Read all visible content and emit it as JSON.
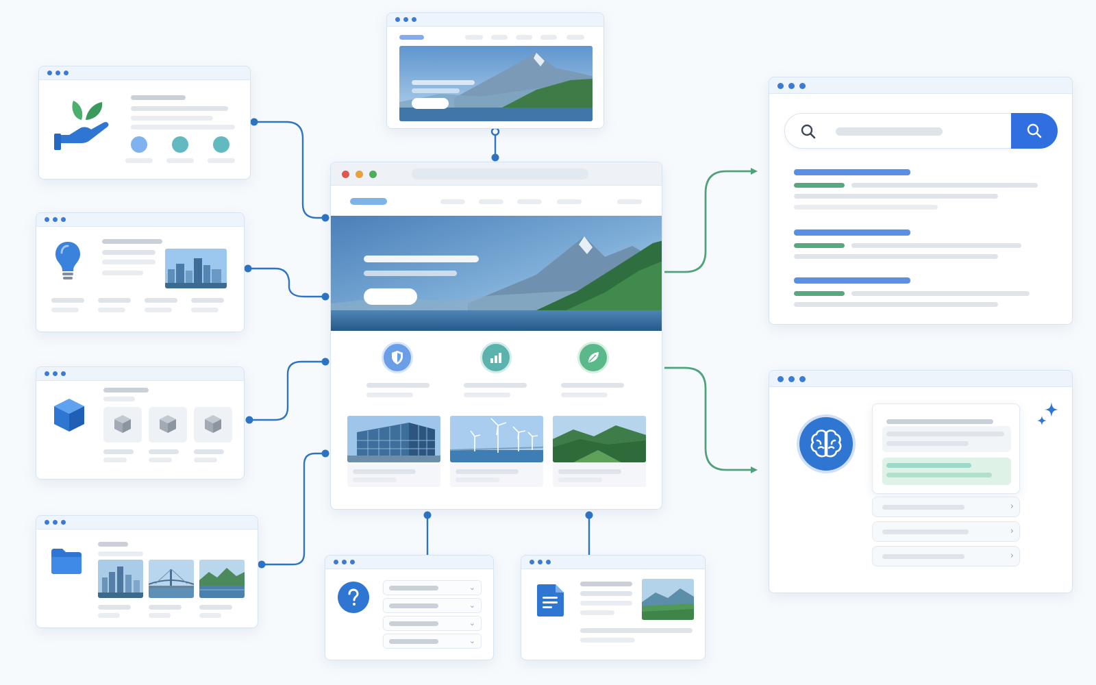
{
  "colors": {
    "accent_blue": "#2f76d2",
    "connector_blue": "#2d74c4",
    "connector_green": "#4fa27a",
    "search_button": "#2f6fe0",
    "background": "#f7fafd"
  },
  "icons": {
    "sustainability_window": "hand-with-leaf-icon",
    "ideas_window": "lightbulb-icon",
    "product_window": "cube-icon",
    "files_window": "folder-icon",
    "faq_window": "question-icon",
    "document_window": "document-icon",
    "search_window": "search-icon",
    "ai_window": "brain-icon",
    "sparkle": "sparkle-icon",
    "features": [
      "shield-icon",
      "bar-chart-icon",
      "leaf-icon"
    ]
  },
  "main_window": {
    "traffic_lights": [
      "#e0574c",
      "#e9a13b",
      "#4cae5a"
    ],
    "thumbnails": [
      "glass-building-photo",
      "wind-turbines-photo",
      "forest-valley-photo"
    ]
  }
}
